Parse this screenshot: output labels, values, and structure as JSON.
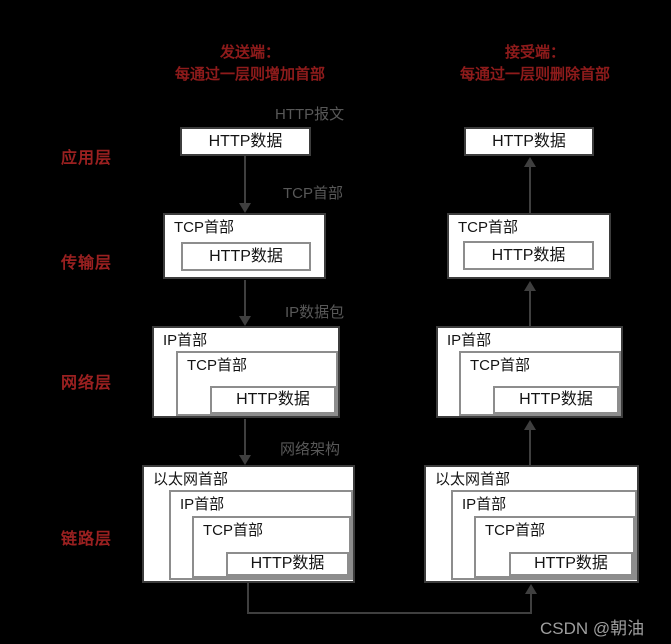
{
  "colors": {
    "background": "#000000",
    "header_red": "#8e1b1b",
    "layer_label_red": "#9a2020",
    "flow_label_gray": "#585858",
    "arrow_gray": "#3f3f3f",
    "box_border_dark": "#3d3d3d",
    "box_border_gray": "#8d8d8d",
    "box_fill": "#ffffff",
    "watermark_gray": "#9e9e9e"
  },
  "headers": {
    "sender": {
      "line1": "发送端：",
      "line2": "每通过一层则增加首部"
    },
    "receiver": {
      "line1": "接受端：",
      "line2": "每通过一层则删除首部"
    }
  },
  "layer_labels": {
    "application": "应用层",
    "transport": "传输层",
    "network": "网络层",
    "link": "链路层"
  },
  "flow_labels": {
    "http_message": "HTTP报文",
    "tcp_header": "TCP首部",
    "ip_packet": "IP数据包",
    "network_frame": "网络架构"
  },
  "box_labels": {
    "http_data": "HTTP数据",
    "tcp_header": "TCP首部",
    "ip_header": "IP首部",
    "ethernet_header": "以太网首部"
  },
  "watermark": "CSDN @朝油"
}
